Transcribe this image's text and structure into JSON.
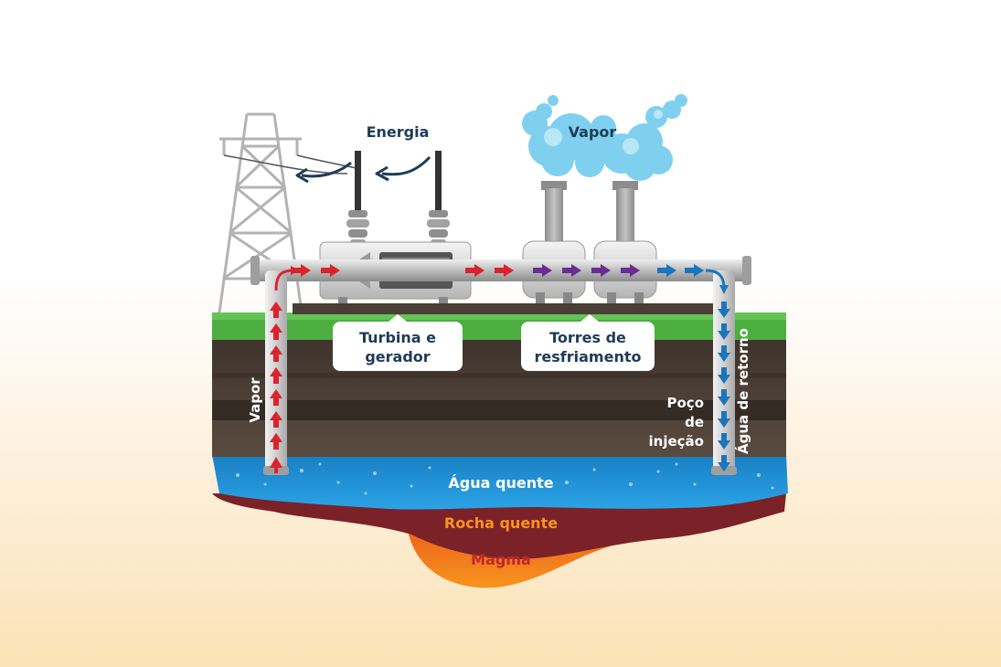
{
  "labels": {
    "energy": "Energia",
    "vapor_top": "Vapor",
    "turbine_line1": "Turbina e",
    "turbine_line2": "gerador",
    "towers_line1": "Torres de",
    "towers_line2": "resfriamento",
    "vapor_side": "Vapor",
    "well_line1": "Poço",
    "well_line2": "de",
    "well_line3": "injeção",
    "return_water": "Água de retorno",
    "hot_water": "Água quente",
    "hot_rock": "Rocha quente",
    "magma": "Magma"
  },
  "colors": {
    "steam_arrow": "#d9232e",
    "cooling_arrow": "#6a2c91",
    "return_arrow": "#1b75bc",
    "energy_text": "#1f3b57",
    "hot_rock_text": "#f7941d",
    "magma_text": "#c1272d",
    "grass": "#4cae3f",
    "soil": "#4d4038",
    "water": "#1e8fd6"
  },
  "icons": {
    "tower": "transmission-tower-icon",
    "cloud": "steam-cloud-icon",
    "generator": "turbine-generator-icon"
  }
}
